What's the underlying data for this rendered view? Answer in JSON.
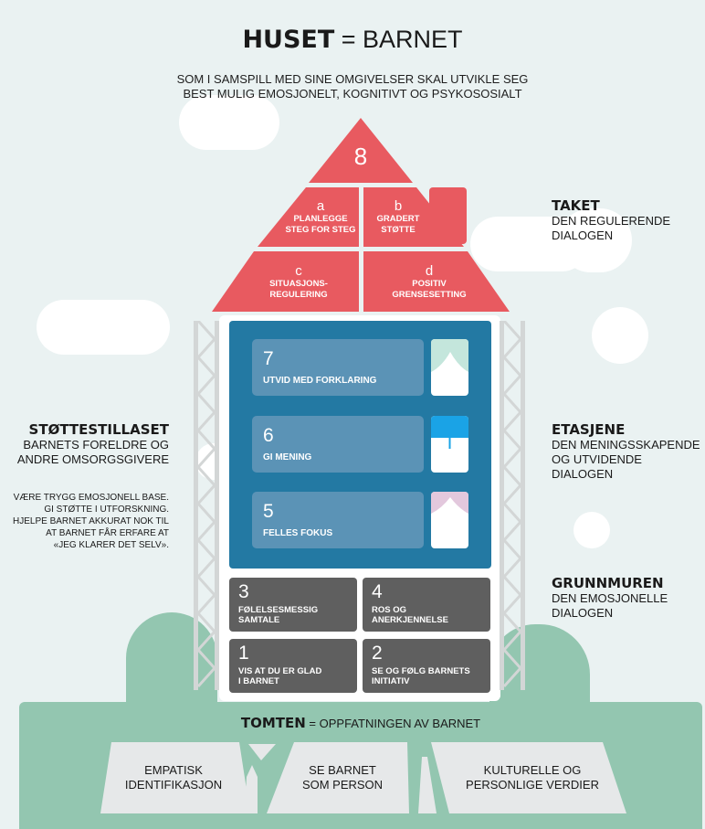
{
  "title": {
    "bold": "HUSET",
    "rest": " = BARNET"
  },
  "subtitle": {
    "line1": "SOM I SAMSPILL MED SINE OMGIVELSER SKAL UTVIKLE SEG",
    "line2": "BEST MULIG EMOSJONELT, KOGNITIVT OG PSYKOSOSIALT"
  },
  "roof": {
    "top": "8",
    "a": {
      "letter": "a",
      "line1": "PLANLEGGE",
      "line2": "STEG FOR STEG"
    },
    "b": {
      "letter": "b",
      "line1": "GRADERT",
      "line2": "STØTTE"
    },
    "c": {
      "letter": "c",
      "line1": "SITUASJONS-",
      "line2": "REGULERING"
    },
    "d": {
      "letter": "d",
      "line1": "POSITIV",
      "line2": "GRENSESETTING"
    }
  },
  "floors": [
    {
      "num": "7",
      "label": "UTVID MED FORKLARING"
    },
    {
      "num": "6",
      "label": "GI MENING"
    },
    {
      "num": "5",
      "label": "FELLES FOKUS"
    }
  ],
  "foundation": [
    {
      "num": "3",
      "line1": "FØLELSESMESSIG",
      "line2": "SAMTALE"
    },
    {
      "num": "4",
      "line1": "ROS OG",
      "line2": "ANERKJENNELSE"
    },
    {
      "num": "1",
      "line1": "VIS AT DU ER GLAD",
      "line2": "I BARNET"
    },
    {
      "num": "2",
      "line1": "SE OG FØLG BARNETS",
      "line2": "INITIATIV"
    }
  ],
  "right_labels": {
    "taket": {
      "heading": "TAKET",
      "line1": "DEN REGULERENDE",
      "line2": "DIALOGEN"
    },
    "etasjene": {
      "heading": "ETASJENE",
      "line1": "DEN MENINGSSKAPENDE",
      "line2": "OG UTVIDENDE DIALOGEN"
    },
    "grunnmuren": {
      "heading": "GRUNNMUREN",
      "line1": "DEN EMOSJONELLE",
      "line2": "DIALOGEN"
    }
  },
  "left_labels": {
    "heading": "STØTTESTILLASET",
    "line1": "BARNETS FORELDRE OG",
    "line2": "ANDRE OMSORGSGIVERE",
    "desc": [
      "VÆRE TRYGG EMOSJONELL BASE.",
      "GI STØTTE I UTFORSKNING.",
      "HJELPE BARNET AKKURAT NOK TIL",
      "AT BARNET FÅR ERFARE AT",
      "«JEG KLARER DET SELV»."
    ]
  },
  "tomten": {
    "bold": "TOMTEN",
    "rest": " = OPPFATNINGEN AV BARNET",
    "boxes": [
      {
        "line1": "EMPATISK",
        "line2": "IDENTIFIKASJON"
      },
      {
        "line1": "SE BARNET",
        "line2": "SOM PERSON"
      },
      {
        "line1": "KULTURELLE OG",
        "line2": "PERSONLIGE VERDIER"
      }
    ]
  },
  "colors": {
    "roof": "#e85a60",
    "floors_bg": "#2379a3",
    "floor_box": "#5b93b6",
    "foundation": "#5f5f5f",
    "ground": "#93c6b0",
    "scaffold": "#d3d6d6"
  },
  "windows": [
    {
      "curtain_color": "#c4e6dc"
    },
    {
      "curtain_color": "#1aa3e6"
    },
    {
      "curtain_color": "#e3c8dd"
    }
  ]
}
